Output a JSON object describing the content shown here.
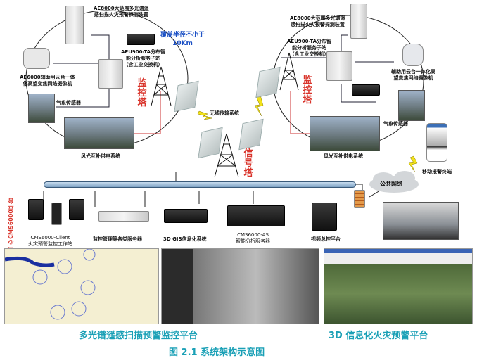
{
  "left_site": {
    "ae8000": [
      "AE8000大范围多光谱遥",
      "感扫描火灾预警探测装置"
    ],
    "coverage": [
      "覆盖半径不小于",
      "10Km"
    ],
    "aeu900": [
      "AEU900-TA分布智",
      "能分析服务子站",
      "（含工业交换机）"
    ],
    "ae6000": [
      "AE6000辅助用云台一体",
      "化高望变焦网络摄像机"
    ],
    "weather": "气象传感器",
    "power": "风光互补供电系统",
    "tower": "监控塔"
  },
  "right_site": {
    "ae8000": [
      "AE8000大范围多光谱遥",
      "感扫描火灾预警探测装置"
    ],
    "aeu900": [
      "AEU900-TA分布智",
      "能分析服务子站",
      "（含工业交换机）"
    ],
    "camera": [
      "辅助用云台一体化高",
      "望变焦网络摄像机"
    ],
    "weather": "气象传感器",
    "power": "风光互补供电系统",
    "tower": "监控塔"
  },
  "wireless": "无线传输系统",
  "signal_tower": "信号塔",
  "mobile": "移动报警终端",
  "public_network": "公共网络",
  "center": [
    "远程监控中心",
    "CMS6000平台"
  ],
  "devices": [
    {
      "label": [
        "CMS6000-Client",
        "火灾预警监控工作站"
      ]
    },
    {
      "label": [
        "监控管理等各类服务器"
      ]
    },
    {
      "label": [
        "3D GIS信息化系统"
      ]
    },
    {
      "label": [
        "CMS6000-AS",
        "智能分析服务器"
      ]
    },
    {
      "label": [
        "视频总控平台"
      ]
    }
  ],
  "captions": {
    "left": "多光谱遥感扫描预警监控平台",
    "right": "3D 信息化火灾预警平台"
  },
  "figure_title": "图 2.1  系统架构示意图",
  "colors": {
    "caption": "#1aa0b6",
    "red": "#d9342b",
    "blue": "#1a4fc4"
  }
}
